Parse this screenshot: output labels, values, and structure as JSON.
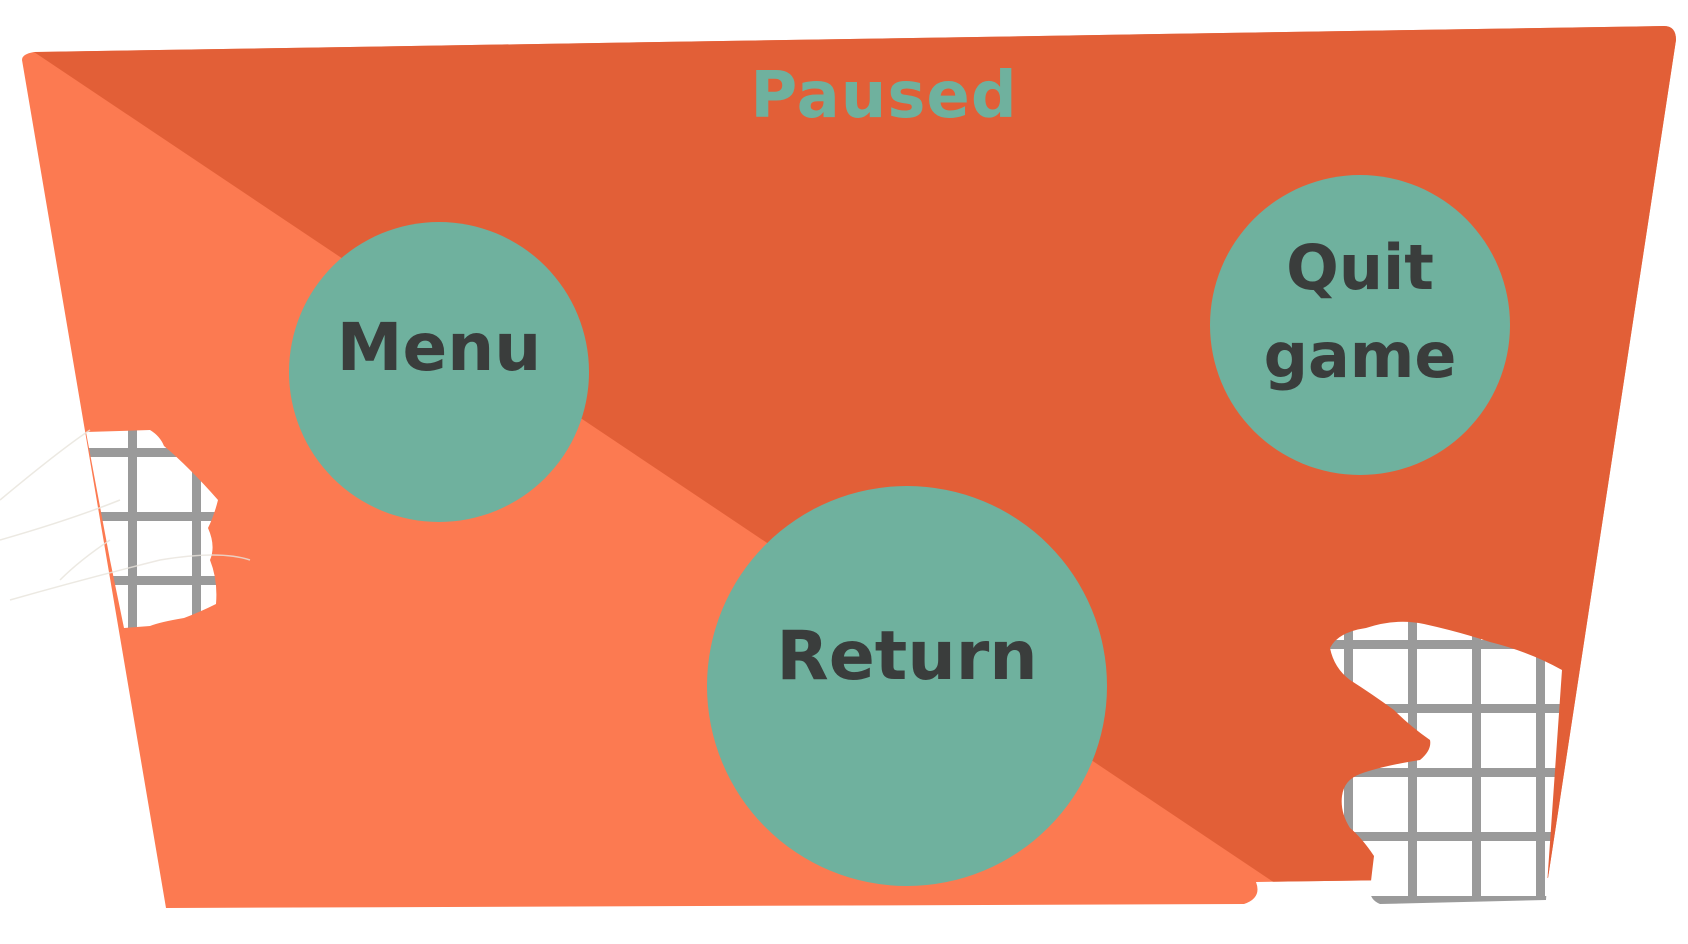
{
  "screen": {
    "title": "Paused"
  },
  "buttons": {
    "menu": "Menu",
    "quit_line1": "Quit",
    "quit_line2": "game",
    "return": "Return"
  },
  "colors": {
    "panel_dark": "#e25f37",
    "panel_light": "#fc7a51",
    "button_fill": "#6fb19e",
    "title_color": "#6fb19e",
    "label_color": "#3a3d3c",
    "grid_fill": "#ffffff",
    "grid_line": "#8e8e8e"
  }
}
